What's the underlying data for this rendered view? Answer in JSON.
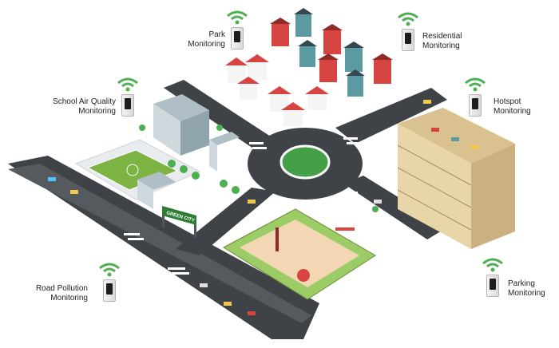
{
  "colors": {
    "road": "#3f4246",
    "road_edge": "#cfd3d6",
    "lane_mark": "#f2c94c",
    "grass": "#9ccc65",
    "field": "#7cb342",
    "roundabout": "#43a047",
    "wifi": "#4caf50",
    "device_screen": "#1e1e1e",
    "parking_wall": "#e8d5a8",
    "playground_sand": "#f3d7b5",
    "building_red": "#d64541",
    "building_teal": "#5b9aa0"
  },
  "monitors": [
    {
      "id": "park",
      "label": "Park\nMonitoring",
      "icon": "wifi-icon"
    },
    {
      "id": "residential",
      "label": "Residential\nMonitoring",
      "icon": "wifi-icon"
    },
    {
      "id": "school",
      "label": "School Air Quality\nMonitoring",
      "icon": "wifi-icon"
    },
    {
      "id": "hotspot",
      "label": "Hotspot\nMonitoring",
      "icon": "wifi-icon"
    },
    {
      "id": "road",
      "label": "Road Pollution\nMonitoring",
      "icon": "wifi-icon"
    },
    {
      "id": "parking",
      "label": "Parking\nMonitoring",
      "icon": "wifi-icon"
    }
  ],
  "sign": {
    "text": "GREEN CITY"
  }
}
